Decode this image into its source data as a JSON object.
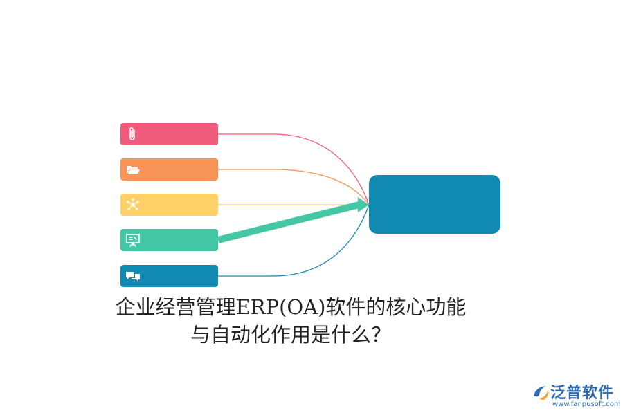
{
  "diagram": {
    "nodes": [
      {
        "icon": "paperclip-icon",
        "color": "#ef5b7b"
      },
      {
        "icon": "folder-icon",
        "color": "#f89456"
      },
      {
        "icon": "network-icon",
        "color": "#ffd166"
      },
      {
        "icon": "presentation-board-icon",
        "color": "#43c7a5"
      },
      {
        "icon": "chat-bubbles-icon",
        "color": "#118ab2"
      }
    ],
    "highlighted_node": 3,
    "target": {
      "color": "#118ab2"
    }
  },
  "caption": {
    "line1": "企业经营管理ERP(OA)软件的核心功能",
    "line2": "与自动化作用是什么？"
  },
  "watermark": {
    "name": "泛普软件",
    "url": "www.fanpusoft.com",
    "icon": "fanpu-logo-icon",
    "colors": {
      "blue": "#2d6cb5",
      "orange": "#f5a03a"
    }
  }
}
